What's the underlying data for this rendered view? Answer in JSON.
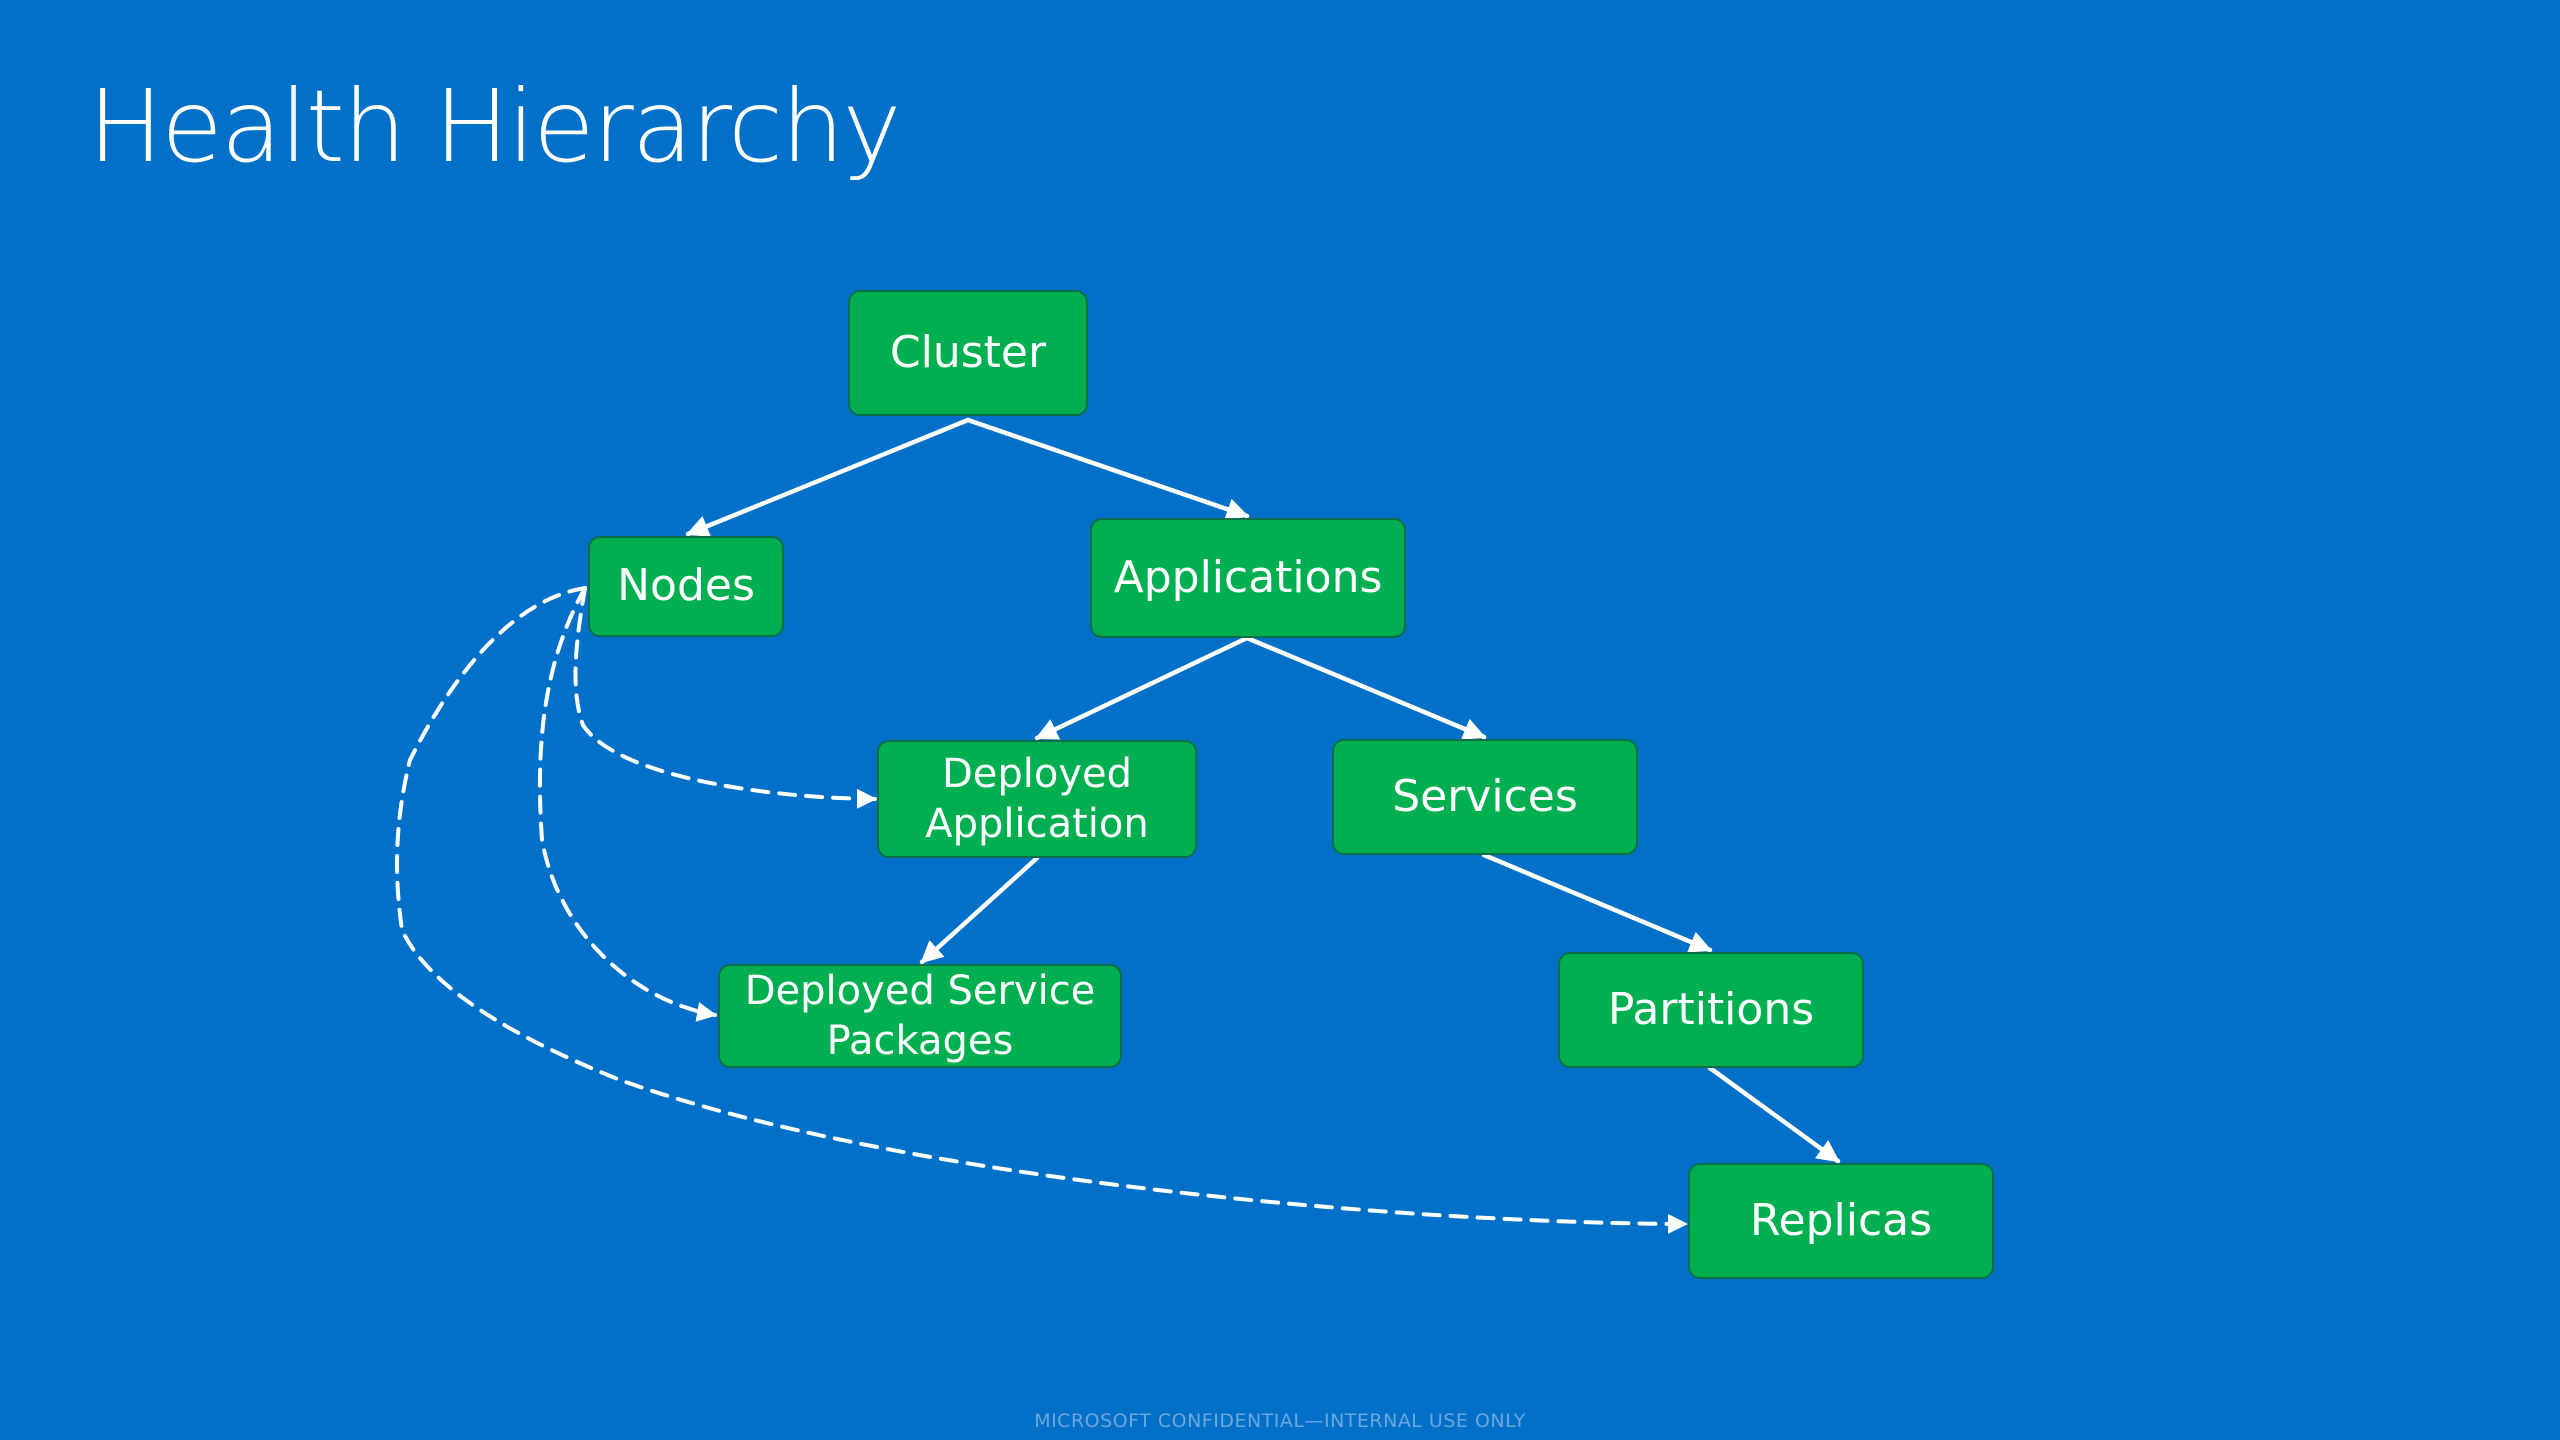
{
  "slide": {
    "title": "Health Hierarchy",
    "footer": "MICROSOFT CONFIDENTIAL—INTERNAL USE ONLY"
  },
  "diagram": {
    "nodes": {
      "cluster": "Cluster",
      "nodes": "Nodes",
      "applications": "Applications",
      "deployed_application": [
        "Deployed",
        "Application"
      ],
      "services": "Services",
      "deployed_service_packages": [
        "Deployed Service",
        "Packages"
      ],
      "partitions": "Partitions",
      "replicas": "Replicas"
    },
    "edges": [
      {
        "from": "cluster",
        "to": "nodes",
        "style": "solid"
      },
      {
        "from": "cluster",
        "to": "applications",
        "style": "solid"
      },
      {
        "from": "applications",
        "to": "deployed_application",
        "style": "solid"
      },
      {
        "from": "applications",
        "to": "services",
        "style": "solid"
      },
      {
        "from": "deployed_application",
        "to": "deployed_service_packages",
        "style": "solid"
      },
      {
        "from": "services",
        "to": "partitions",
        "style": "solid"
      },
      {
        "from": "partitions",
        "to": "replicas",
        "style": "solid"
      },
      {
        "from": "nodes",
        "to": "deployed_application",
        "style": "dashed"
      },
      {
        "from": "nodes",
        "to": "deployed_service_packages",
        "style": "dashed"
      },
      {
        "from": "nodes",
        "to": "replicas",
        "style": "dashed"
      }
    ],
    "colors": {
      "background": "#0070c9",
      "node_fill": "#00b050",
      "node_border": "#0d6e45",
      "text": "#ffffff",
      "edges": "#ffffff"
    }
  }
}
